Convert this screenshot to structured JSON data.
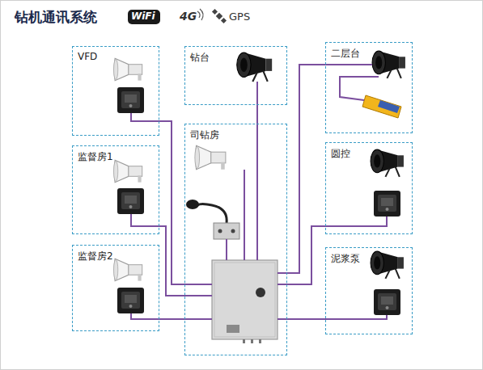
{
  "diagram": {
    "title": "钻机通讯系统",
    "nodes": [
      {
        "text": [
          "VFD"
        ]
      },
      {
        "text": [
          "钻台"
        ]
      },
      {
        "text": [
          "二层台"
        ]
      },
      {
        "text": [
          "监督房1"
        ]
      },
      {
        "text": [
          "司钻房"
        ]
      },
      {
        "text": [
          "圆控"
        ]
      },
      {
        "text": [
          "监督房2"
        ]
      },
      {
        "text": [
          "泥浆泵"
        ]
      }
    ],
    "edges": [
      {
        "from": 0,
        "to": 4,
        "arrow": "none"
      },
      {
        "from": 3,
        "to": 4,
        "arrow": "none"
      },
      {
        "from": 6,
        "to": 4,
        "arrow": "none"
      },
      {
        "from": 1,
        "to": 4,
        "arrow": "none"
      },
      {
        "from": 2,
        "to": 4,
        "arrow": "none"
      },
      {
        "from": 5,
        "to": 4,
        "arrow": "none"
      },
      {
        "from": 7,
        "to": 4,
        "arrow": "none"
      }
    ],
    "labels": [
      "WiFi",
      "4G",
      "GPS"
    ]
  }
}
